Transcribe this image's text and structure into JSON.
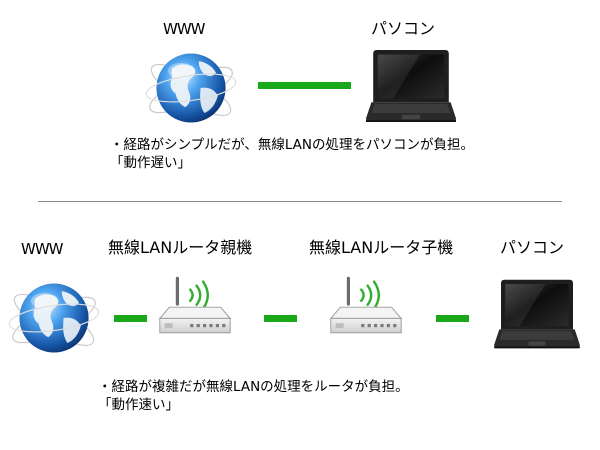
{
  "top": {
    "labels": {
      "www": "WWW",
      "pc": "パソコン"
    },
    "note": [
      "・経路がシンプルだが、無線LANの処理をパソコンが負担。",
      "「動作遅い」"
    ]
  },
  "bottom": {
    "labels": {
      "www": "WWW",
      "router_parent": "無線LANルータ親機",
      "router_child": "無線LANルータ子機",
      "pc": "パソコン"
    },
    "note": [
      "・経路が複雑だが無線LANの処理をルータが負担。",
      "「動作速い」"
    ]
  },
  "colors": {
    "link": "#18a818",
    "globe": "#1f6fc8",
    "continent": "#e8eef5",
    "router_body": "#e6e6e6",
    "laptop_body": "#1e1e1e",
    "wifi_wave": "#2fae2f"
  }
}
